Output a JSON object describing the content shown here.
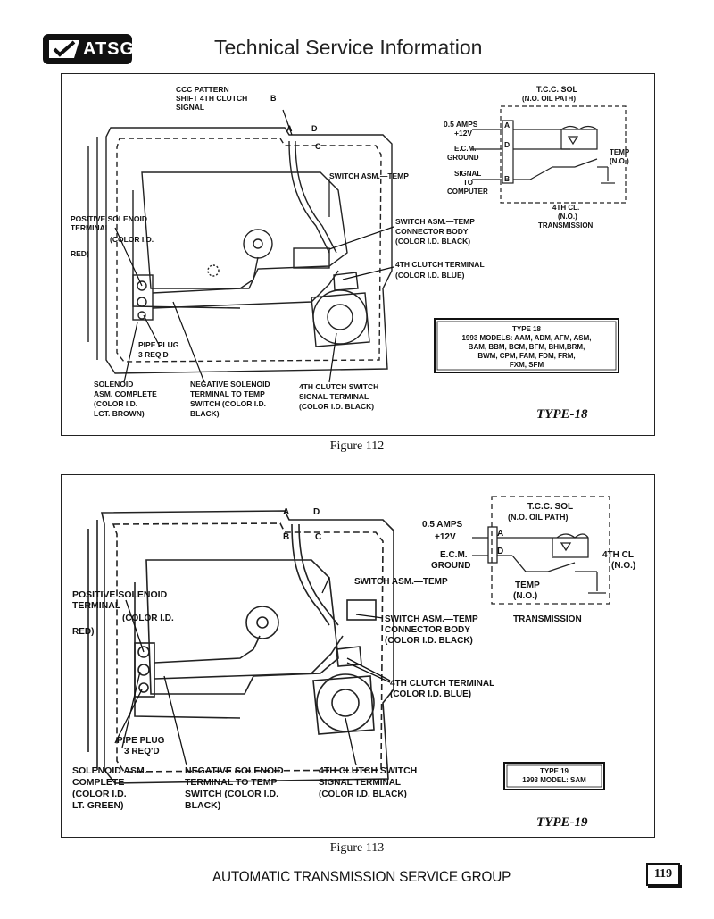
{
  "header": {
    "logo": "ATSG",
    "title": "Technical Service Information"
  },
  "fig112": {
    "type": "TYPE-18",
    "caption": "Figure 112",
    "ccc": [
      "CCC PATTERN",
      "SHIFT 4TH CLUTCH",
      "SIGNAL"
    ],
    "pin_b": "B",
    "pin_a": "A",
    "pin_d": "D",
    "pin_c": "C",
    "sw_temp": "SWITCH ASM.—TEMP",
    "pos_sol": [
      "POSITIVE SOLENOID",
      "TERMINAL"
    ],
    "pos_color": "(COLOR I.D.",
    "red": "RED)",
    "sw_conn": [
      "SWITCH ASM.—TEMP",
      "CONNECTOR BODY",
      "(COLOR I.D. BLACK)"
    ],
    "clutch_term": [
      "4TH CLUTCH TERMINAL",
      "(COLOR I.D. BLUE)"
    ],
    "pipe": [
      "PIPE PLUG",
      "3 REQ'D"
    ],
    "sol_asm": [
      "SOLENOID",
      "ASM. COMPLETE",
      "(COLOR I.D.",
      "LGT. BROWN)"
    ],
    "neg_sol": [
      "NEGATIVE SOLENOID",
      "TERMINAL TO TEMP",
      "SWITCH (COLOR I.D.",
      "BLACK)"
    ],
    "clutch_sw": [
      "4TH CLUTCH SWITCH",
      "SIGNAL TERMINAL",
      "(COLOR I.D. BLACK)"
    ],
    "tcc": [
      "T.C.C. SOL",
      "(N.O. OIL PATH)"
    ],
    "amps": [
      "0.5 AMPS",
      "+12V"
    ],
    "ecm": [
      "E.C.M.",
      "GROUND"
    ],
    "signal": [
      "SIGNAL",
      "TO",
      "COMPUTER"
    ],
    "temp": [
      "TEMP",
      "(N.O.)"
    ],
    "cl": [
      "4TH CL.",
      "(N.O.)",
      "TRANSMISSION"
    ],
    "models": [
      "TYPE 18",
      "1993 MODELS: AAM, ADM, AFM, ASM,",
      "BAM, BBM, BCM, BFM, BHM,BRM,",
      "BWM, CPM, FAM, FDM, FRM,",
      "FXM, SFM"
    ]
  },
  "fig113": {
    "type": "TYPE-19",
    "caption": "Figure 113",
    "pin_a": "A",
    "pin_d": "D",
    "pin_b": "B",
    "pin_c": "C",
    "tcc": [
      "T.C.C. SOL",
      "(N.O. OIL PATH)"
    ],
    "amps": [
      "0.5 AMPS",
      "+12V"
    ],
    "ecm": [
      "E.C.M.",
      "GROUND"
    ],
    "cl": [
      "4TH CL",
      "(N.O.)"
    ],
    "temp": [
      "TEMP",
      "(N.O.)"
    ],
    "sw_temp": "SWITCH ASM.—TEMP",
    "transmission": "TRANSMISSION",
    "pos_sol": [
      "POSITIVE SOLENOID",
      "TERMINAL"
    ],
    "pos_color": "(COLOR I.D.",
    "red": "RED)",
    "sw_conn": [
      "SWITCH ASM.—TEMP",
      "CONNECTOR BODY",
      "(COLOR I.D. BLACK)"
    ],
    "clutch_term": [
      "4TH CLUTCH TERMINAL",
      "(COLOR I.D. BLUE)"
    ],
    "pipe": [
      "PIPE PLUG",
      "3 REQ'D"
    ],
    "sol_asm": [
      "SOLENOID ASM.",
      "COMPLETE",
      "(COLOR I.D.",
      "LT. GREEN)"
    ],
    "neg_sol": [
      "NEGATIVE SOLENOID",
      "TERMINAL TO TEMP",
      "SWITCH (COLOR I.D.",
      "BLACK)"
    ],
    "clutch_sw": [
      "4TH CLUTCH SWITCH",
      "SIGNAL TERMINAL",
      "(COLOR I.D. BLACK)"
    ],
    "models": [
      "TYPE 19",
      "1993 MODEL: SAM"
    ]
  },
  "footer": {
    "text": "AUTOMATIC TRANSMISSION SERVICE GROUP",
    "page": "119"
  }
}
